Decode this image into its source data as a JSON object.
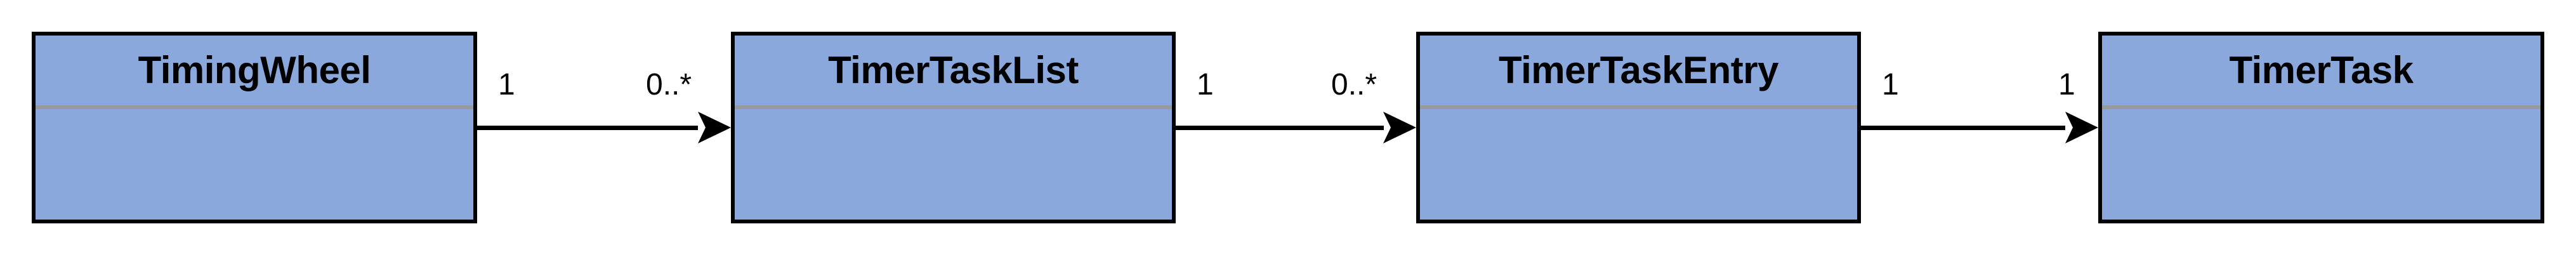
{
  "diagram": {
    "type": "uml-class-diagram",
    "background_color": "#ffffff",
    "box_fill_color": "#8ba8dd",
    "box_border_color": "#000000",
    "separator_color": "#9a9a9a",
    "connector_color": "#000000",
    "classes": [
      {
        "name": "TimingWheel"
      },
      {
        "name": "TimerTaskList"
      },
      {
        "name": "TimerTaskEntry"
      },
      {
        "name": "TimerTask"
      }
    ],
    "associations": [
      {
        "source": "TimingWheel",
        "target": "TimerTaskList",
        "source_multiplicity": "1",
        "target_multiplicity": "0..*",
        "arrow": "open-directed"
      },
      {
        "source": "TimerTaskList",
        "target": "TimerTaskEntry",
        "source_multiplicity": "1",
        "target_multiplicity": "0..*",
        "arrow": "open-directed"
      },
      {
        "source": "TimerTaskEntry",
        "target": "TimerTask",
        "source_multiplicity": "1",
        "target_multiplicity": "1",
        "arrow": "open-directed"
      }
    ]
  }
}
